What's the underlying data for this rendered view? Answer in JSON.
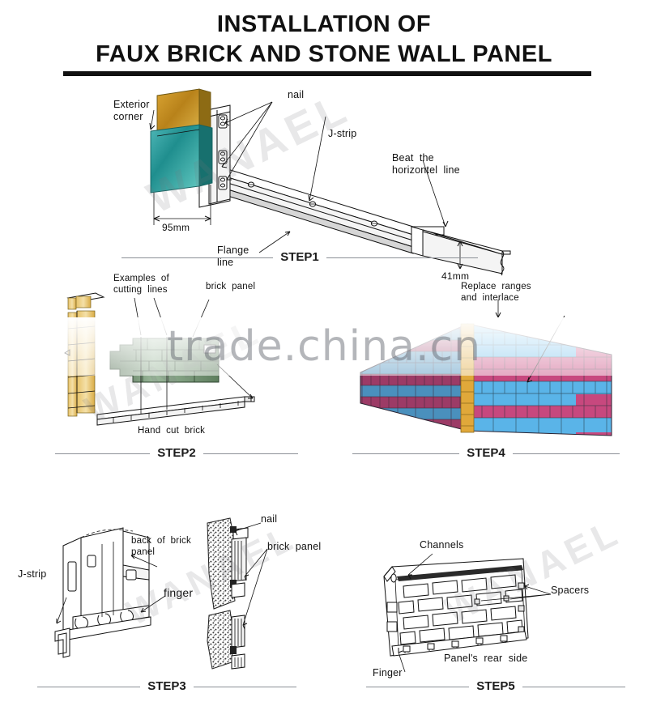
{
  "title": {
    "line1": "INSTALLATION OF",
    "line2": "FAUX BRICK AND STONE WALL PANEL"
  },
  "watermarks": {
    "site": "trade.china.cn",
    "brand": "WANAEL"
  },
  "steps": [
    {
      "id": "step1",
      "caption": "STEP1",
      "labels": {
        "exterior_corner": "Exterior\ncorner",
        "nail": "nail",
        "j_strip": "J-strip",
        "beat_line": "Beat  the\nhorizontel  line",
        "dim_95": "95mm",
        "dim_41": "41mm",
        "flange_line": "Flange\nline"
      },
      "colors": {
        "corner_top": "#c8941f",
        "corner_bottom": "#2e9e9e",
        "metal": "#e9e9e9"
      }
    },
    {
      "id": "step2",
      "caption": "STEP2",
      "labels": {
        "cutting_lines": "Examples  of\ncutting  lines",
        "brick_panel": "brick  panel",
        "hand_cut_brick": "Hand  cut  brick"
      },
      "colors": {
        "column": "#e8c56a",
        "panel": "#5c7a5c",
        "panel_light": "#8fad8f"
      }
    },
    {
      "id": "step3",
      "caption": "STEP3",
      "labels": {
        "j_strip": "J-strip",
        "back_of_panel": "back  of  brick\npanel",
        "finger": "finger",
        "nail": "nail",
        "brick_panel": "brick  panel"
      }
    },
    {
      "id": "step4",
      "caption": "STEP4",
      "labels": {
        "replace_ranges": "Replace  ranges\nand  interlace"
      },
      "colors": {
        "brick_pink": "#c7487e",
        "brick_blue": "#5ab4e8",
        "brick_pink_dark": "#9c3b66",
        "brick_blue_dark": "#4a90bd",
        "corner_column": "#e0a83a"
      }
    },
    {
      "id": "step5",
      "caption": "STEP5",
      "labels": {
        "channels": "Channels",
        "spacers": "Spacers",
        "finger": "Finger",
        "rear_side": "Panel's  rear  side"
      }
    }
  ]
}
